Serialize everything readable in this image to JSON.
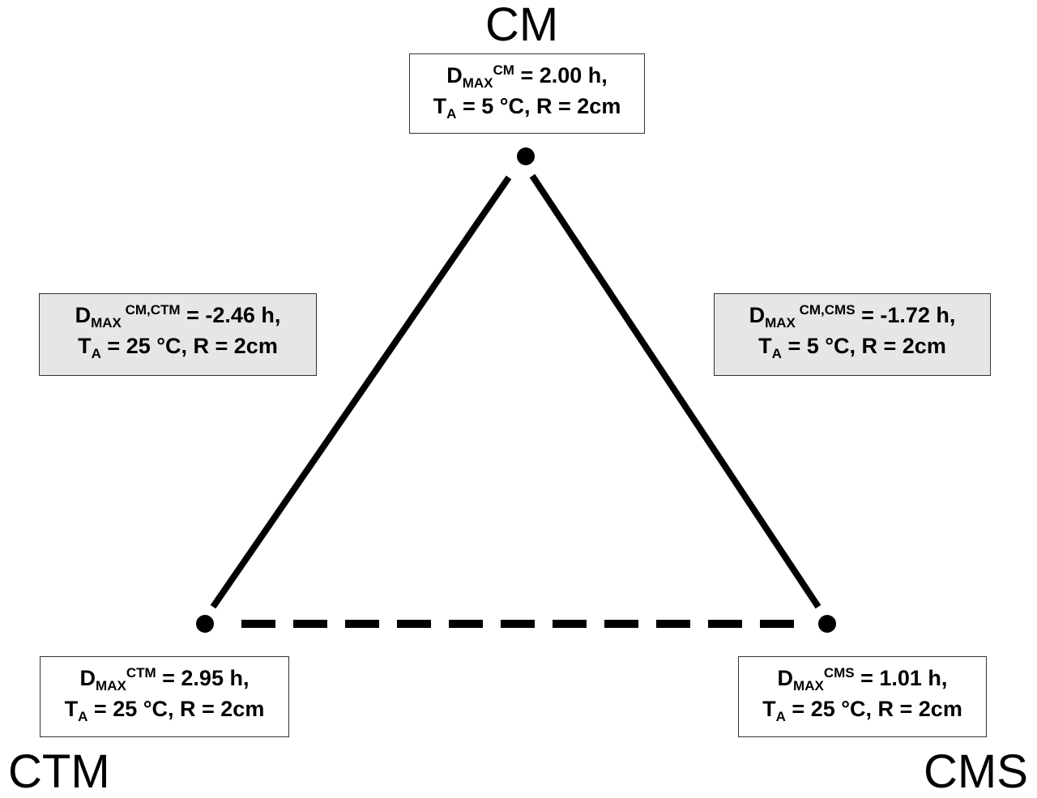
{
  "nodes": {
    "cm": "CM",
    "ctm": "CTM",
    "cms": "CMS"
  },
  "boxes": {
    "cm": {
      "d_symbol": "D",
      "d_sub": "MAX",
      "d_sup": "CM",
      "d_value": " = 2.00 h,",
      "t_symbol": "T",
      "t_sub": "A",
      "t_value": " = 5 °C, R = 2cm",
      "fill": "#ffffff"
    },
    "cm_ctm": {
      "d_symbol": "D",
      "d_sub": "MAX",
      "d_sup": " CM,CTM",
      "d_value": " = -2.46 h,",
      "t_symbol": "T",
      "t_sub": "A",
      "t_value": " = 25 °C, R = 2cm",
      "fill": "#e6e6e6"
    },
    "cm_cms": {
      "d_symbol": "D",
      "d_sub": "MAX",
      "d_sup": " CM,CMS",
      "d_value": " = -1.72 h,",
      "t_symbol": "T",
      "t_sub": "A",
      "t_value": " = 5 °C, R = 2cm",
      "fill": "#e6e6e6"
    },
    "ctm": {
      "d_symbol": "D",
      "d_sub": "MAX",
      "d_sup": "CTM",
      "d_value": " = 2.95 h,",
      "t_symbol": "T",
      "t_sub": "A",
      "t_value": " = 25 °C, R = 2cm",
      "fill": "#ffffff"
    },
    "cms": {
      "d_symbol": "D",
      "d_sub": "MAX",
      "d_sup": "CMS",
      "d_value": " = 1.01 h,",
      "t_symbol": "T",
      "t_sub": "A",
      "t_value": " = 25 °C, R = 2cm",
      "fill": "#ffffff"
    }
  },
  "edges": [
    {
      "from": "cm",
      "to": "ctm",
      "style": "solid"
    },
    {
      "from": "cm",
      "to": "cms",
      "style": "solid"
    },
    {
      "from": "ctm",
      "to": "cms",
      "style": "dashed"
    }
  ]
}
